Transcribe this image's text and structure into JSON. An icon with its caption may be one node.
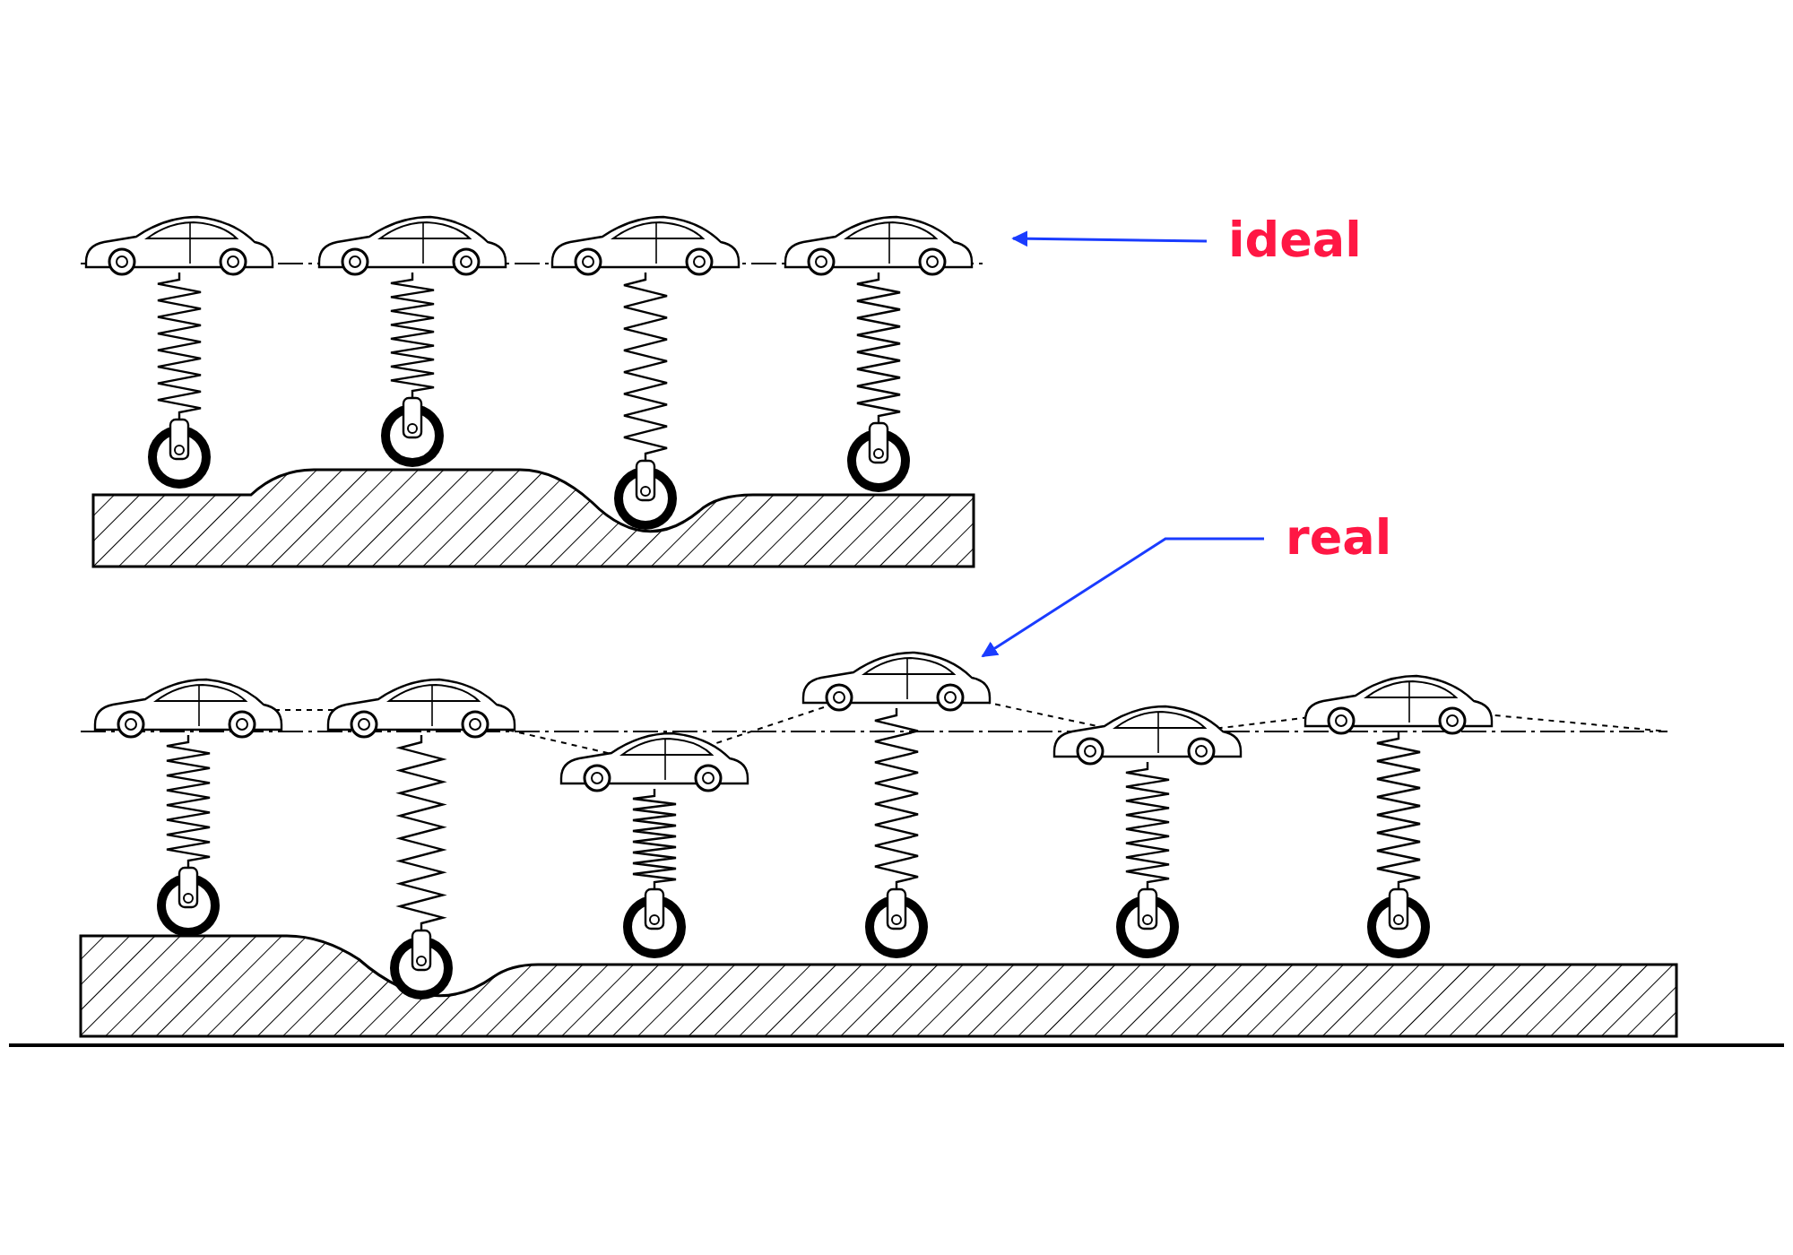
{
  "diagram": {
    "nodes": [
      {
        "text": [
          "ideal"
        ]
      },
      {
        "text": [
          "real"
        ]
      },
      {
        "text": [],
        "shape": "picture"
      }
    ],
    "edges": [
      {
        "from": 0,
        "to": null,
        "arrow": "to"
      },
      {
        "from": 1,
        "to": 2,
        "arrow": "to"
      }
    ]
  }
}
